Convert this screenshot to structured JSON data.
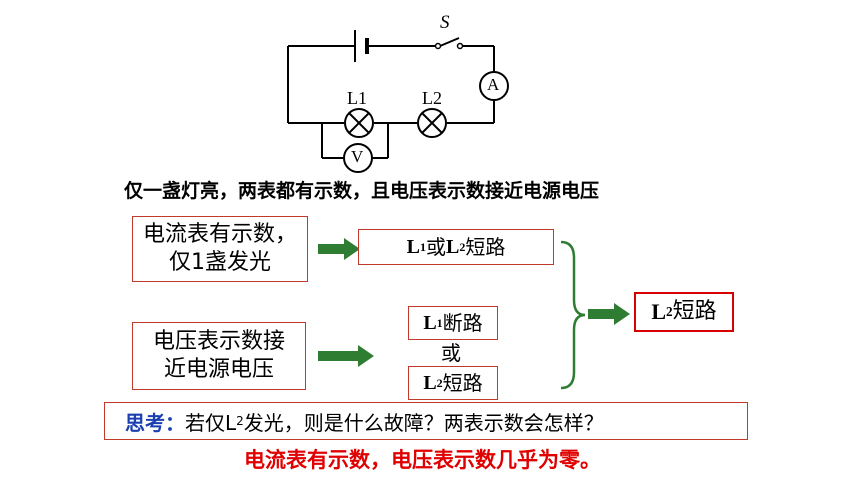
{
  "circuit": {
    "switch_label": "S",
    "ammeter_label": "A",
    "voltmeter_label": "V",
    "lamp1_label": "L1",
    "lamp2_label": "L2"
  },
  "condition_text": "仅一盏灯亮，两表都有示数，且电压表示数接近电源电压",
  "left_boxes": {
    "ammeter_box": {
      "line1": "电流表有示数，",
      "line2": "仅1盏发光"
    },
    "voltmeter_box": {
      "line1": "电压表示数接",
      "line2": "近电源电压"
    }
  },
  "middle": {
    "short_either": {
      "l1": "L",
      "s1": "1",
      "or": "或",
      "l2": "L",
      "s2": "2",
      "tail": "短路"
    },
    "l1_open": {
      "l": "L",
      "s": "1",
      "tail": "断路"
    },
    "or_text": "或",
    "l2_short": {
      "l": "L",
      "s": "2",
      "tail": "短路"
    }
  },
  "conclusion": {
    "l": "L",
    "s": "2",
    "tail": "短路"
  },
  "question": {
    "prefix": "思考：",
    "text_before": "若仅L",
    "sub": "2",
    "text_after": "发光，则是什么故障？两表示数会怎样？"
  },
  "answer": "电流表有示数，电压表示数几乎为零。",
  "colors": {
    "box_border": "#c0392b",
    "conclusion_border": "#d60000",
    "arrow": "#2e7d32",
    "brace": "#2e7d32",
    "question_prefix": "#1a3fb0",
    "answer": "#e00000"
  }
}
